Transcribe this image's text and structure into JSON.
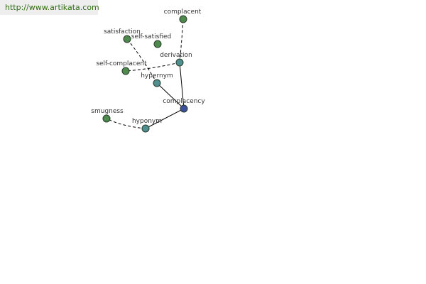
{
  "watermark": {
    "text": "http://www.artikata.com"
  },
  "colors": {
    "background": "#ffffff",
    "watermark_bg": "#eeeeee",
    "watermark_text": "#2f6b12",
    "node_leaf": "#4e8a4e",
    "node_relation": "#4f8f8f",
    "node_center": "#3b4f9a",
    "node_stroke": "#2a3a2a",
    "edge": "#000000",
    "label": "#333333"
  },
  "graph": {
    "center": "complacency",
    "nodes": [
      {
        "id": "complacency",
        "label": "complacency",
        "kind": "center"
      },
      {
        "id": "derivation",
        "label": "derivation",
        "kind": "relation"
      },
      {
        "id": "hypernym",
        "label": "hypernym",
        "kind": "relation"
      },
      {
        "id": "hyponym",
        "label": "hyponym",
        "kind": "relation"
      },
      {
        "id": "complacent",
        "label": "complacent",
        "kind": "leaf"
      },
      {
        "id": "satisfaction",
        "label": "satisfaction",
        "kind": "leaf"
      },
      {
        "id": "self-satisfied",
        "label": "self-satisfied",
        "kind": "leaf"
      },
      {
        "id": "self-complacent",
        "label": "self-complacent",
        "kind": "leaf"
      },
      {
        "id": "smugness",
        "label": "smugness",
        "kind": "leaf"
      }
    ],
    "edges": [
      {
        "from": "complacency",
        "to": "derivation",
        "style": "solid"
      },
      {
        "from": "complacency",
        "to": "hypernym",
        "style": "solid"
      },
      {
        "from": "complacency",
        "to": "hyponym",
        "style": "solid"
      },
      {
        "from": "derivation",
        "to": "complacent",
        "style": "dashed"
      },
      {
        "from": "derivation",
        "to": "self-complacent",
        "style": "dashed"
      },
      {
        "from": "hypernym",
        "to": "satisfaction",
        "style": "dashed"
      },
      {
        "from": "hyponym",
        "to": "smugness",
        "style": "dashed"
      }
    ]
  }
}
